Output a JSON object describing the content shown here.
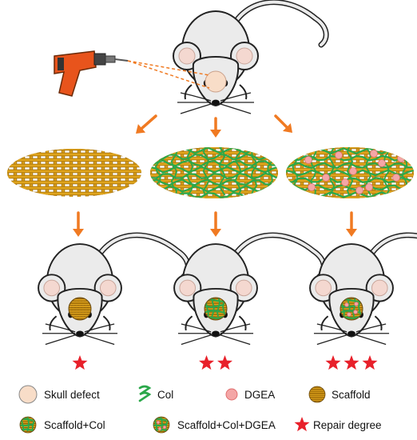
{
  "colors": {
    "scaffold": "#E0A51E",
    "scaffold_dark": "#8A5A00",
    "col": "#2BA84A",
    "dgea": "#F4A6A6",
    "dgea_edge": "#E06E6E",
    "skull_defect": "#F8DDC8",
    "arrow": "#F07A22",
    "star": "#E8202A",
    "drill_body": "#E8541C",
    "mouse_body": "#EBEBEB",
    "mouse_outline": "#222222",
    "ear_inner": "#F4D8D0"
  },
  "icons": {
    "drill": "power-drill-icon",
    "mouse": "mouse-icon",
    "arrow": "down-arrow-icon",
    "star": "star-icon"
  },
  "groups": [
    {
      "scaffold": "scaffold",
      "col": false,
      "dgea": false,
      "repair_degree": 1
    },
    {
      "scaffold": "scaffold+col",
      "col": true,
      "dgea": false,
      "repair_degree": 2
    },
    {
      "scaffold": "scaffold+col+dgea",
      "col": true,
      "dgea": true,
      "repair_degree": 3
    }
  ],
  "legend": {
    "skull_defect": "Skull defect",
    "col": "Col",
    "dgea": "DGEA",
    "scaffold": "Scaffold",
    "scaffold_col": "Scaffold+Col",
    "scaffold_col_dgea": "Scaffold+Col+DGEA",
    "repair_degree": "Repair degree"
  }
}
